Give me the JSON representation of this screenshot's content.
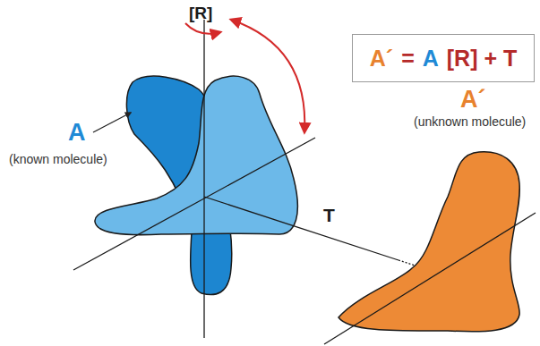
{
  "diagram": {
    "nodes": [
      {
        "text": [
          "A´",
          "=",
          "A",
          "[R] + T"
        ]
      }
    ],
    "labels": [
      "[R]",
      "A",
      "(known molecule)",
      "A´",
      "(unknown molecule)",
      "T"
    ]
  }
}
